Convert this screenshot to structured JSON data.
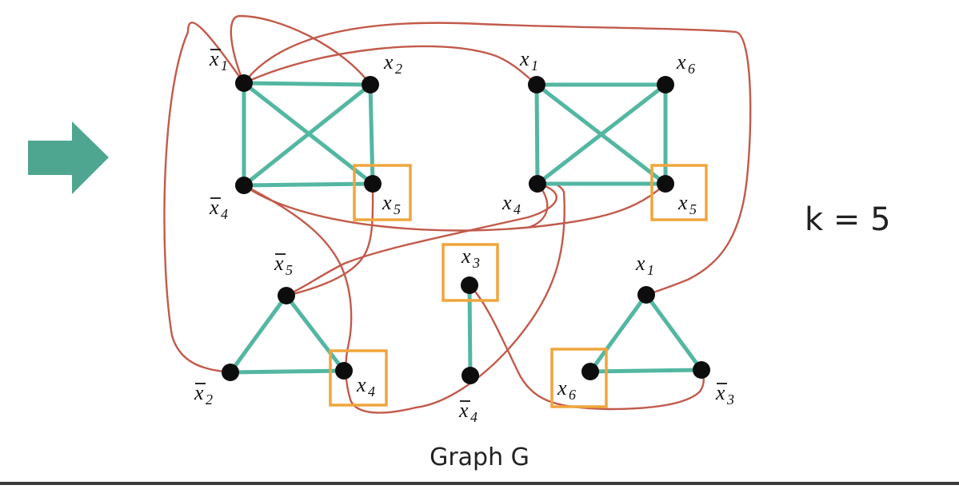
{
  "colors": {
    "arrow": "#4FA690",
    "edge": "#53B7A2",
    "curve": "#C25A4B",
    "highlight": "#F0A53B",
    "node": "#0d0d0d"
  },
  "icons": {
    "arrow": "right-arrow-icon"
  },
  "k_label": "k = 5",
  "caption": "Graph G",
  "nodes": [
    {
      "id": "a1",
      "var": "x",
      "sub": "1",
      "bar": true,
      "highlight": false
    },
    {
      "id": "a2",
      "var": "x",
      "sub": "2",
      "bar": false,
      "highlight": false
    },
    {
      "id": "a3",
      "var": "x",
      "sub": "4",
      "bar": true,
      "highlight": false
    },
    {
      "id": "a4",
      "var": "x",
      "sub": "5",
      "bar": false,
      "highlight": true
    },
    {
      "id": "b1",
      "var": "x",
      "sub": "1",
      "bar": false,
      "highlight": false
    },
    {
      "id": "b2",
      "var": "x",
      "sub": "6",
      "bar": false,
      "highlight": false
    },
    {
      "id": "b3",
      "var": "x",
      "sub": "4",
      "bar": false,
      "highlight": false
    },
    {
      "id": "b4",
      "var": "x",
      "sub": "5",
      "bar": false,
      "highlight": true
    },
    {
      "id": "c1",
      "var": "x",
      "sub": "5",
      "bar": true,
      "highlight": false
    },
    {
      "id": "c2",
      "var": "x",
      "sub": "2",
      "bar": true,
      "highlight": false
    },
    {
      "id": "c3",
      "var": "x",
      "sub": "4",
      "bar": false,
      "highlight": true
    },
    {
      "id": "d1",
      "var": "x",
      "sub": "3",
      "bar": false,
      "highlight": true
    },
    {
      "id": "d2",
      "var": "x",
      "sub": "4",
      "bar": true,
      "highlight": false
    },
    {
      "id": "e1",
      "var": "x",
      "sub": "1",
      "bar": false,
      "highlight": false
    },
    {
      "id": "e2",
      "var": "x",
      "sub": "6",
      "bar": false,
      "highlight": true
    },
    {
      "id": "e3",
      "var": "x",
      "sub": "3",
      "bar": true,
      "highlight": false
    }
  ],
  "clause_edges": [
    [
      "a1",
      "a2"
    ],
    [
      "a1",
      "a3"
    ],
    [
      "a1",
      "a4"
    ],
    [
      "a2",
      "a3"
    ],
    [
      "a2",
      "a4"
    ],
    [
      "a3",
      "a4"
    ],
    [
      "b1",
      "b2"
    ],
    [
      "b1",
      "b3"
    ],
    [
      "b1",
      "b4"
    ],
    [
      "b2",
      "b3"
    ],
    [
      "b2",
      "b4"
    ],
    [
      "b3",
      "b4"
    ],
    [
      "c1",
      "c2"
    ],
    [
      "c1",
      "c3"
    ],
    [
      "c2",
      "c3"
    ],
    [
      "d1",
      "d2"
    ],
    [
      "e1",
      "e2"
    ],
    [
      "e1",
      "e3"
    ],
    [
      "e2",
      "e3"
    ]
  ],
  "conflict_edges": [
    [
      "a1",
      "c2"
    ],
    [
      "a1",
      "b1"
    ],
    [
      "a2",
      "a1"
    ],
    [
      "a1",
      "e1"
    ],
    [
      "a3",
      "b4"
    ],
    [
      "a3",
      "c3"
    ],
    [
      "a4",
      "c1"
    ],
    [
      "b3",
      "c1"
    ],
    [
      "b3",
      "c3"
    ],
    [
      "d1",
      "e3"
    ]
  ]
}
